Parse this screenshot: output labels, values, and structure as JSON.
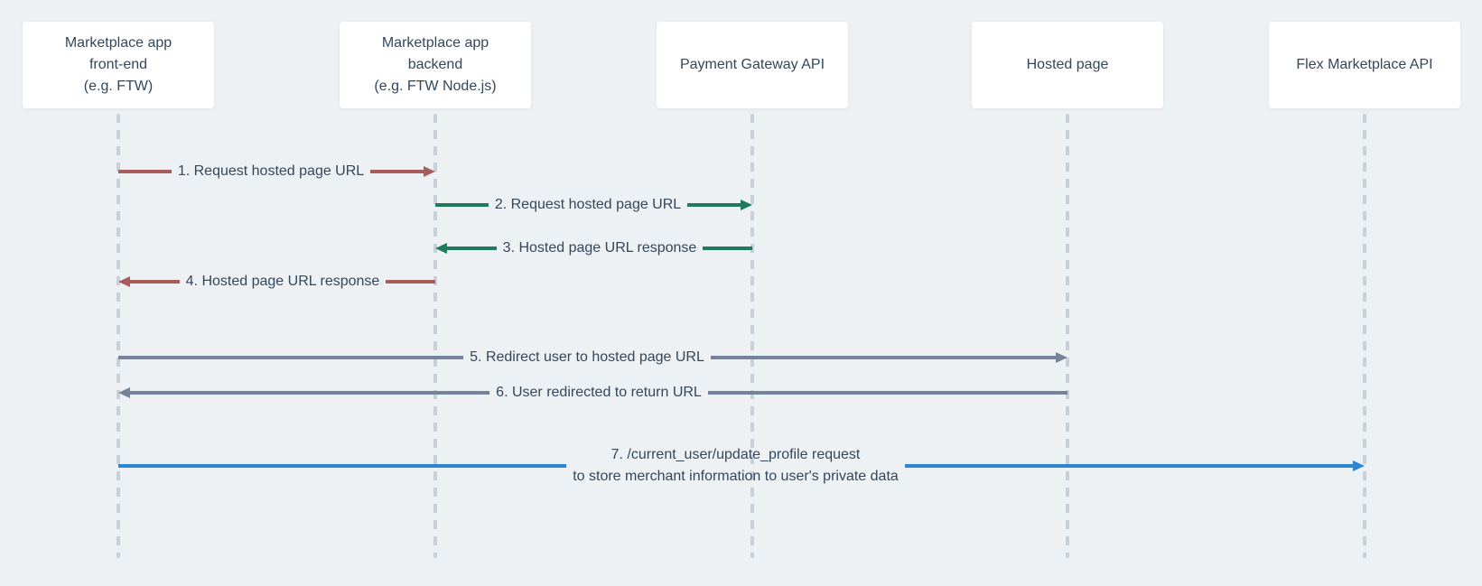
{
  "diagram": {
    "type": "sequence-diagram",
    "background_color": "#eef1f4",
    "text_color": "#33475b",
    "lifeline_color": "#c7cfd9",
    "arrow_colors": {
      "red": "#a85d5d",
      "green": "#1f7a5f",
      "gray": "#74839a",
      "blue": "#2e86d2"
    }
  },
  "actors": [
    {
      "id": "frontend",
      "label": "Marketplace app\nfront-end\n(e.g. FTW)"
    },
    {
      "id": "backend",
      "label": "Marketplace app\nbackend\n(e.g. FTW Node.js)"
    },
    {
      "id": "payment-gateway",
      "label": "Payment Gateway API"
    },
    {
      "id": "hosted-page",
      "label": "Hosted page"
    },
    {
      "id": "flex-api",
      "label": "Flex Marketplace API"
    }
  ],
  "messages": [
    {
      "num": 1,
      "label": "1. Request hosted page URL",
      "from": "frontend",
      "to": "backend",
      "direction": "right",
      "color": "#a85d5d"
    },
    {
      "num": 2,
      "label": "2. Request hosted page URL",
      "from": "backend",
      "to": "payment-gateway",
      "direction": "right",
      "color": "#1f7a5f"
    },
    {
      "num": 3,
      "label": "3. Hosted page URL response",
      "from": "payment-gateway",
      "to": "backend",
      "direction": "left",
      "color": "#1f7a5f"
    },
    {
      "num": 4,
      "label": "4. Hosted page URL response",
      "from": "backend",
      "to": "frontend",
      "direction": "left",
      "color": "#a85d5d"
    },
    {
      "num": 5,
      "label": "5. Redirect user to hosted page URL",
      "from": "frontend",
      "to": "hosted-page",
      "direction": "right",
      "color": "#74839a"
    },
    {
      "num": 6,
      "label": "6. User redirected to return URL",
      "from": "hosted-page",
      "to": "frontend",
      "direction": "left",
      "color": "#74839a"
    },
    {
      "num": 7,
      "label": "7. /current_user/update_profile request\nto store merchant information to user's private data",
      "from": "frontend",
      "to": "flex-api",
      "direction": "right",
      "color": "#2e86d2"
    }
  ]
}
